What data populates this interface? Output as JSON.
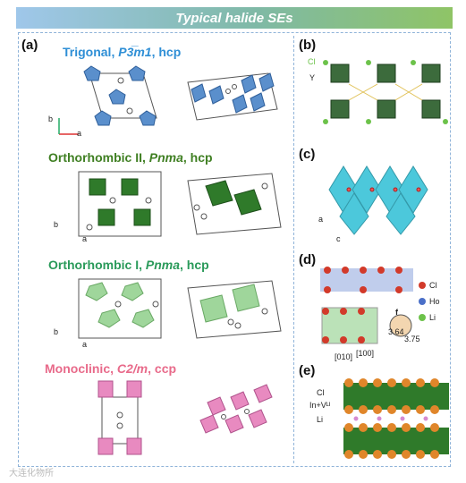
{
  "banner": "Typical halide SEs",
  "panels": {
    "a": "(a)",
    "b": "(b)",
    "c": "(c)",
    "d": "(d)",
    "e": "(e)"
  },
  "structures": [
    {
      "name": "Trigonal, ",
      "group": "P3̅m1",
      "suffix": ", hcp",
      "color": "#2f8fd6"
    },
    {
      "name": "Orthorhombic II, ",
      "group": "Pnma",
      "suffix": ", hcp",
      "color": "#3f7f22"
    },
    {
      "name": "Orthorhombic I, ",
      "group": "Pnma",
      "suffix": ", hcp",
      "color": "#2a9a5a"
    },
    {
      "name": "Monoclinic, ",
      "group": "C2/m",
      "suffix": ", ccp",
      "color": "#e86a8a"
    }
  ],
  "axes": {
    "a": "a",
    "b": "b",
    "c": "c"
  },
  "panel_b": {
    "cl": "Cl",
    "y": "Y"
  },
  "panel_d": {
    "legend": [
      "Cl",
      "Ho",
      "Li"
    ],
    "f": "f",
    "dist1": "3.64",
    "dist2": "3.75",
    "dir1": "[010]",
    "dir2": "[100]"
  },
  "panel_e": {
    "cl": "Cl",
    "in": "In+Vᴸᴵ",
    "li": "Li"
  },
  "watermark": "大连化物所",
  "colors": {
    "blue": "#5a8fcc",
    "green_dark": "#2f7a2a",
    "green_light": "#8fd08a",
    "pink": "#e88ac0",
    "cyan": "#39c3d8",
    "orange": "#e0862a"
  }
}
